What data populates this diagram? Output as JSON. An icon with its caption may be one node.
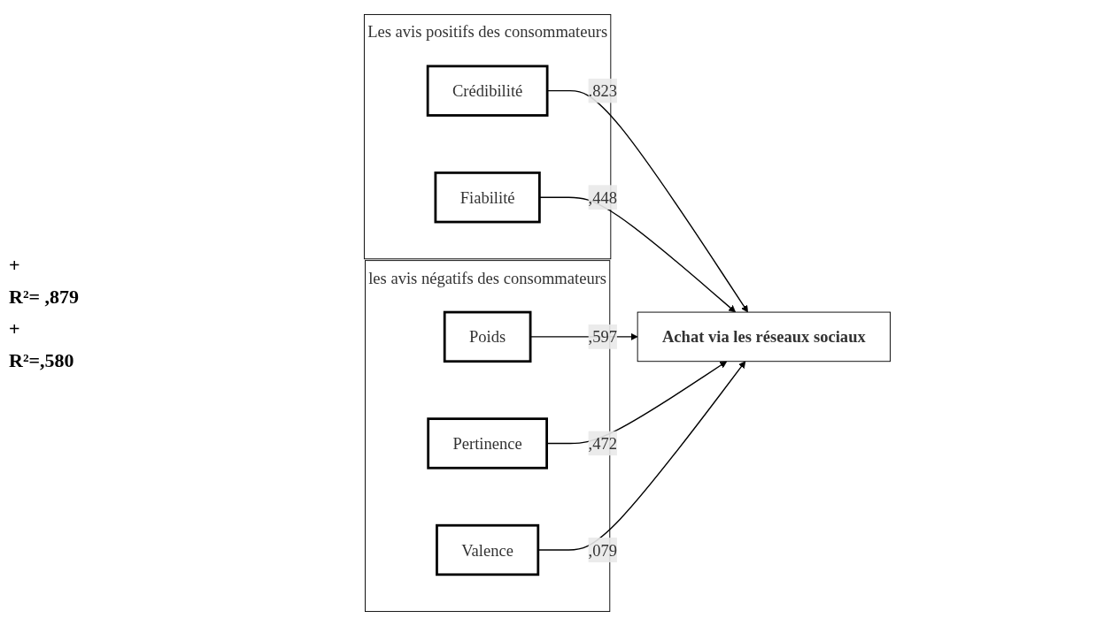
{
  "diagram": {
    "nodes": [
      {
        "text": [
          "Les avis positifs des consommateurs"
        ]
      },
      {
        "text": [
          "Crédibilité"
        ],
        "in": 0
      },
      {
        "text": [
          "Fiabilité"
        ],
        "in": 0
      },
      {
        "text": [
          "les avis négatifs des consommateurs"
        ]
      },
      {
        "text": [
          "Poids"
        ],
        "in": 3
      },
      {
        "text": [
          "Pertinence"
        ],
        "in": 3
      },
      {
        "text": [
          "Valence"
        ],
        "in": 3
      },
      {
        "text": [
          "Achat via les réseaux sociaux"
        ]
      }
    ],
    "edges": [
      {
        "from": 1,
        "to": 7,
        "arrow": "to",
        "label": ".823"
      },
      {
        "from": 2,
        "to": 7,
        "arrow": "to",
        "label": ",448"
      },
      {
        "from": 4,
        "to": 7,
        "arrow": "to",
        "label": ",597"
      },
      {
        "from": 5,
        "to": 7,
        "arrow": "to",
        "label": ",472"
      },
      {
        "from": 6,
        "to": 7,
        "arrow": "to",
        "label": ",079"
      }
    ],
    "labels": [
      "+",
      "R²= ,879",
      "+",
      "R²=,580"
    ]
  }
}
